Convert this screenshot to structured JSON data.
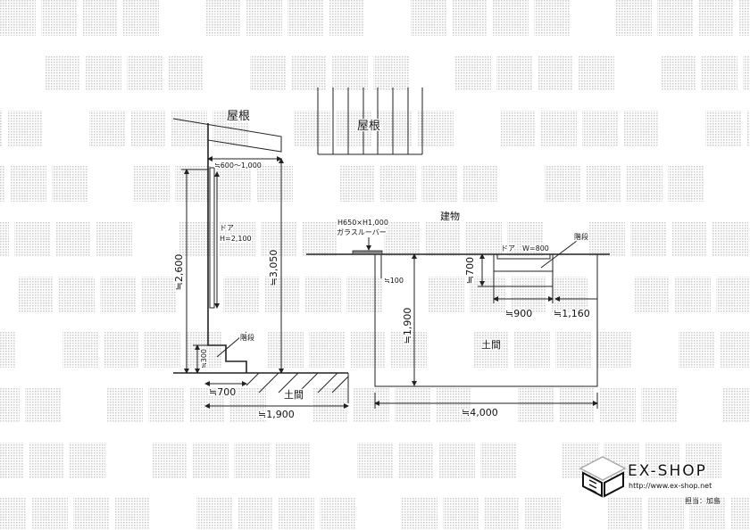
{
  "watermark": "転載禁止",
  "side_view": {
    "roof_label": "屋根",
    "overhang_dim": "≒600～1,000",
    "door_label": "ドア",
    "door_height": "H=2,100",
    "height_2600": "≒2,600",
    "height_3050": "≒3,050",
    "stairs_label": "階段",
    "step_height": "≒300",
    "step_width": "≒700",
    "floor_label": "土間",
    "depth_dim": "≒1,900"
  },
  "roof_plan": {
    "roof_label": "屋根"
  },
  "plan_view": {
    "building_label": "建物",
    "louver_size": "H650×H1,000",
    "louver_label": "ガラスルーバー",
    "offset_dim": "≒100",
    "depth_dim": "≒1,900",
    "door_label": "ドア　W=800",
    "stairs_label": "階段",
    "stairs_depth": "≒700",
    "stairs_width": "≒900",
    "right_dim": "≒1,160",
    "floor_label": "土間",
    "width_dim": "≒4,000"
  },
  "brand": {
    "name": "EX-SHOP",
    "url": "http://www.ex-shop.net",
    "person": "担当：加島"
  }
}
